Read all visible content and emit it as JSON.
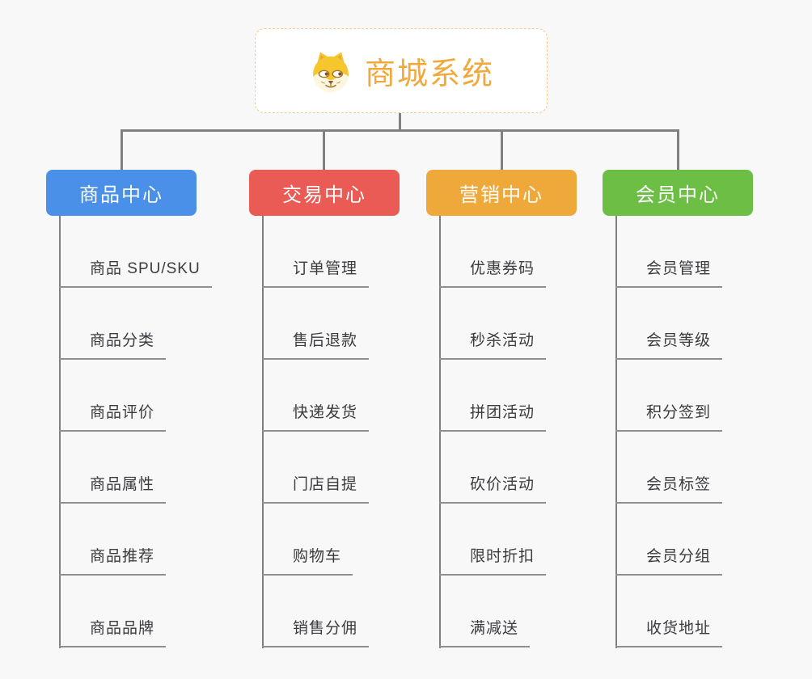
{
  "background_color": "#f8f8f8",
  "connector_color": "#808080",
  "leaf_line_color": "#8f8f8f",
  "leaf_text_color": "#3b3b3f",
  "root": {
    "title": "商城系统",
    "icon": "shiba-dog-icon",
    "text_color": "#f0a93c",
    "border_color": "#f2ca90",
    "background": "#ffffff"
  },
  "branches": [
    {
      "label": "商品中心",
      "color": "#4a90e8",
      "items": [
        "商品 SPU/SKU",
        "商品分类",
        "商品评价",
        "商品属性",
        "商品推荐",
        "商品品牌"
      ]
    },
    {
      "label": "交易中心",
      "color": "#e95b54",
      "items": [
        "订单管理",
        "售后退款",
        "快递发货",
        "门店自提",
        "购物车",
        "销售分佣"
      ]
    },
    {
      "label": "营销中心",
      "color": "#efa93b",
      "items": [
        "优惠券码",
        "秒杀活动",
        "拼团活动",
        "砍价活动",
        "限时折扣",
        "满减送"
      ]
    },
    {
      "label": "会员中心",
      "color": "#6cbe45",
      "items": [
        "会员管理",
        "会员等级",
        "积分签到",
        "会员标签",
        "会员分组",
        "收货地址"
      ]
    }
  ]
}
